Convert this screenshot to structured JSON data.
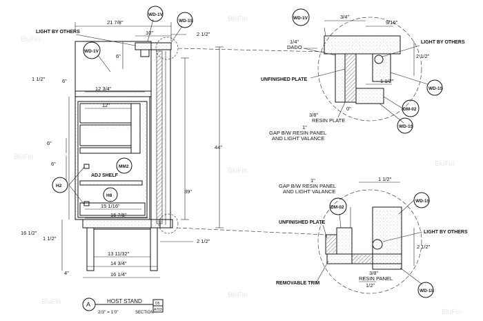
{
  "watermark": "BluFin",
  "main_view": {
    "dims": {
      "w_21_78": "21 7/8\"",
      "w_10": "10\"",
      "w_2_12_top": "2 1/2\"",
      "h_6_top": "6\"",
      "h_1_12": "1 1/2\"",
      "h_6_a": "6\"",
      "w_12_34": "12 3/4\"",
      "w_12": "12\"",
      "h_6_b": "6\"",
      "h_6_c": "6\"",
      "h_44": "44\"",
      "h_39": "39\"",
      "w_15_116": "15 1/16\"",
      "w_16_78": "16 7/8\"",
      "h_16_12": "16 1/2\"",
      "h_1_12_b": "1 1/2\"",
      "w_2_12_bot": "2 1/2\"",
      "w_13_1132": "13 11/32\"",
      "w_14_34": "14 3/4\"",
      "w_16_14": "16 1/4\"",
      "h_4": "4\""
    },
    "labels": {
      "light_by_others": "LIGHT BY OTHERS",
      "adj_shelf": "ADJ SHELF"
    },
    "tags": {
      "wd1v_a": "WD-1V",
      "wd1s_a": "WD-1S",
      "wd1v_b": "WD-1V",
      "mm2": "MM2",
      "h2": "H2",
      "h8": "H8"
    }
  },
  "title_block": {
    "letter": "A",
    "title": "HOST STAND",
    "scale": "2/3\" = 1'0\"",
    "section_label": "SECTION",
    "sheet_top": "D5",
    "sheet_bottom": "A703"
  },
  "detail_top": {
    "tags": {
      "wd1v": "WD-1V",
      "dm02": "DM-02",
      "wd1s_a": "WD-1S",
      "wd1s_b": "WD-1S"
    },
    "dims": {
      "d_3_4": "3/4\"",
      "d_9_16": "9/16\"",
      "d_2_12": "2 1/2\"",
      "d_1_12": "1 1/2\"",
      "d_3_8": "3/8\"",
      "d_0": "0\""
    },
    "labels": {
      "dado_1": "1/4\"",
      "dado_2": "DADO",
      "unfinished_plate": "UNFINISHED PLATE",
      "light_by_others": "LIGHT BY OTHERS",
      "resin_plate": "RESIN PLATE",
      "gap_1": "1\"",
      "gap_2": "GAP B/W RESIN PANEL",
      "gap_3": "AND LIGHT VALANCE"
    }
  },
  "detail_bottom": {
    "tags": {
      "dm02": "DM-02",
      "wd1s_a": "WD-1S",
      "wd1s_b": "WD-1S"
    },
    "dims": {
      "d_1_12": "1 1/2\"",
      "d_2_12": "2 1/2\"",
      "d_3_8": "3/8\"",
      "d_1_2": "1/2\""
    },
    "labels": {
      "gap_1": "1\"",
      "gap_2": "GAP B/W RESIN PANEL",
      "gap_3": "AND LIGHT VALANCE",
      "unfinished_plate": "UNFINISHED PLATE",
      "light_by_others": "LIGHT BY OTHERS",
      "removable_trim": "REMOVABLE TRIM",
      "resin_panel": "RESIN PANEL"
    }
  }
}
